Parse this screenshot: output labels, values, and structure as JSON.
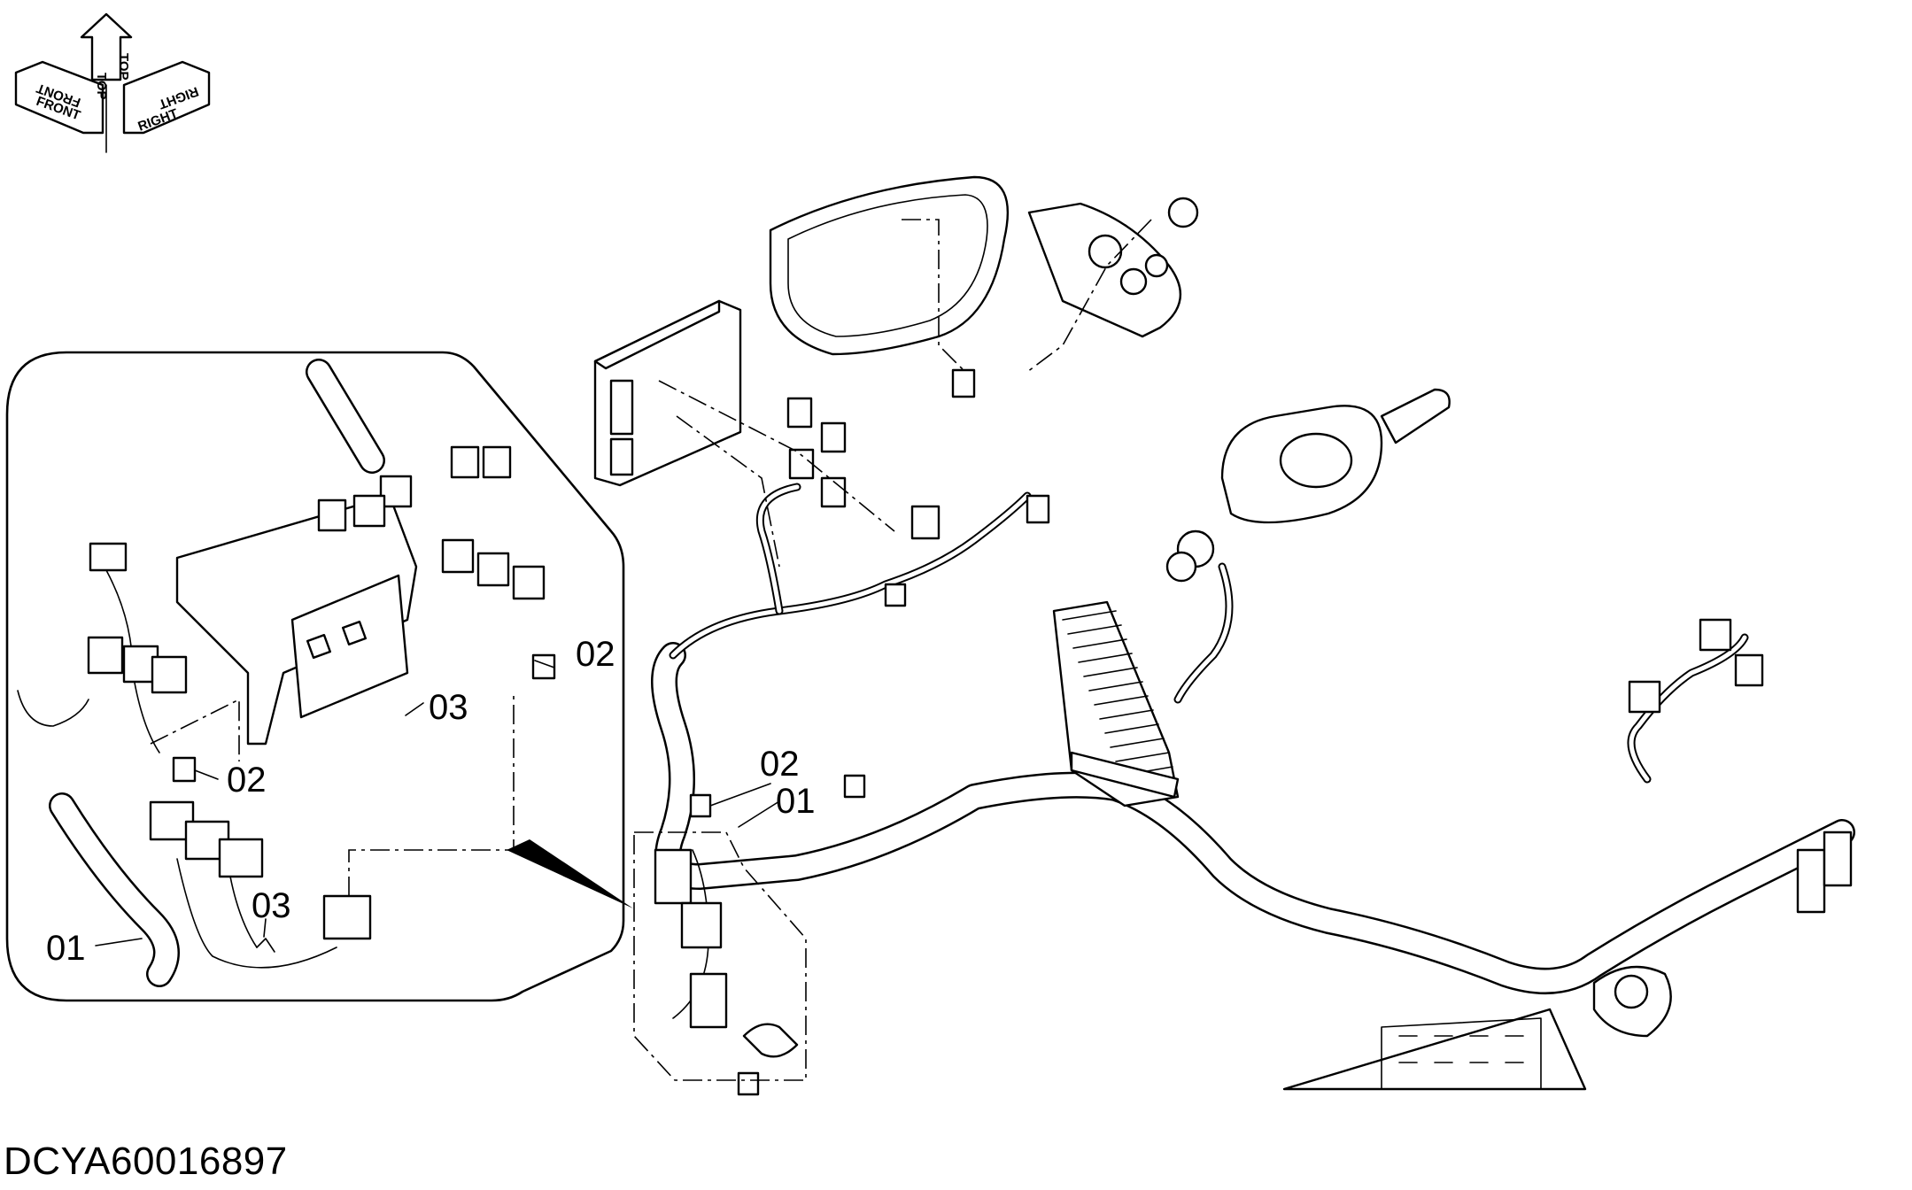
{
  "orientation": {
    "front": "FRONT",
    "top": "TOP",
    "right": "RIGHT"
  },
  "callouts": {
    "c01_main": "01",
    "c02_main": "02",
    "c01_inset": "01",
    "c02_inset_upper": "02",
    "c02_inset_lower": "02",
    "c03_inset_upper": "03",
    "c03_inset_lower": "03"
  },
  "figure_id": "DCYA60016897"
}
